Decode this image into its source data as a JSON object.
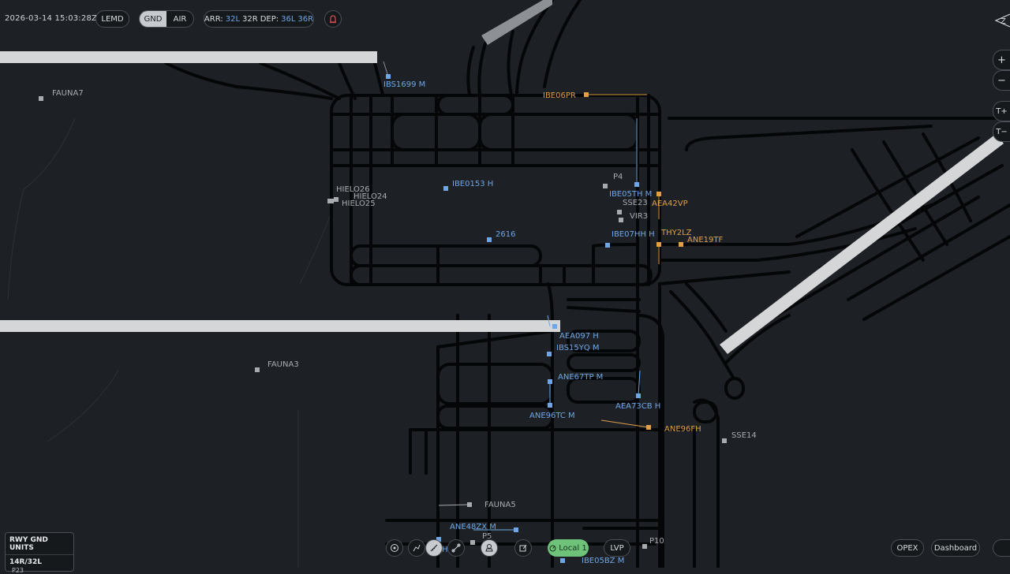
{
  "header": {
    "clock": "2026-03-14 15:03:28Z",
    "airport": "LEMD",
    "modes": [
      "GND",
      "AIR"
    ],
    "active_mode": "GND",
    "arr_label": "ARR:",
    "arr_rwy_1": "32L",
    "arr_rwy_2": "32R",
    "dep_label": "DEP:",
    "dep_rwy_1": "36L",
    "dep_rwy_2": "36R"
  },
  "map_controls": {
    "zoom_in": "+",
    "zoom_out": "−",
    "text_bigger": "T+",
    "text_smaller": "T−"
  },
  "labels": [
    {
      "id": "IBS1699",
      "text": "IBS1699 M",
      "kind": "dep"
    },
    {
      "id": "FAUNA7",
      "text": "FAUNA7",
      "kind": "veh"
    },
    {
      "id": "IBE06PR",
      "text": "IBE06PR",
      "kind": "arr"
    },
    {
      "id": "IBE0153",
      "text": "IBE0153 H",
      "kind": "dep"
    },
    {
      "id": "HIELO26",
      "text": "HIELO26",
      "kind": "veh"
    },
    {
      "id": "HIELO24",
      "text": "HIELO24",
      "kind": "veh"
    },
    {
      "id": "HIELO25",
      "text": "HIELO25",
      "kind": "veh"
    },
    {
      "id": "P4",
      "text": "P4",
      "kind": "veh"
    },
    {
      "id": "IBE05TH",
      "text": "IBE05TH M",
      "kind": "dep"
    },
    {
      "id": "SSE23",
      "text": "SSE23",
      "kind": "veh"
    },
    {
      "id": "AEA42VP",
      "text": "AEA42VP",
      "kind": "arr"
    },
    {
      "id": "VIR3",
      "text": "VIR3",
      "kind": "veh"
    },
    {
      "id": "2616",
      "text": "2616",
      "kind": "dep"
    },
    {
      "id": "IBE07HH",
      "text": "IBE07HH H",
      "kind": "dep"
    },
    {
      "id": "THY2LZ",
      "text": "THY2LZ",
      "kind": "arr"
    },
    {
      "id": "ANE19TF",
      "text": "ANE19TF",
      "kind": "arr"
    },
    {
      "id": "AEA097",
      "text": "AEA097 H",
      "kind": "dep"
    },
    {
      "id": "IBS15YQ",
      "text": "IBS15YQ M",
      "kind": "dep"
    },
    {
      "id": "FAUNA3",
      "text": "FAUNA3",
      "kind": "veh"
    },
    {
      "id": "ANE67TP",
      "text": "ANE67TP M",
      "kind": "dep"
    },
    {
      "id": "AEA73CB",
      "text": "AEA73CB H",
      "kind": "dep"
    },
    {
      "id": "ANE96TC",
      "text": "ANE96TC M",
      "kind": "dep"
    },
    {
      "id": "ANE96FH",
      "text": "ANE96FH",
      "kind": "arr"
    },
    {
      "id": "SSE14",
      "text": "SSE14",
      "kind": "veh"
    },
    {
      "id": "FAUNA5",
      "text": "FAUNA5",
      "kind": "veh"
    },
    {
      "id": "ANE48ZX",
      "text": "ANE48ZX M",
      "kind": "dep"
    },
    {
      "id": "P5",
      "text": "P5",
      "kind": "veh"
    },
    {
      "id": "P10",
      "text": "P10",
      "kind": "veh"
    },
    {
      "id": "IBE05BZ",
      "text": "IBE05BZ M",
      "kind": "dep"
    },
    {
      "id": "H_partial",
      "text": "H",
      "kind": "dep"
    }
  ],
  "panel": {
    "title": "RWY GND UNITS",
    "runway": "14R/32L",
    "unit": "P23"
  },
  "bottom": {
    "local_label": "Local 1",
    "lvp": "LVP",
    "opex": "OPEX",
    "dashboard": "Dashboard"
  },
  "colors": {
    "bg": "#1d2126",
    "dep": "#6ea6e6",
    "arr": "#e0a04a",
    "veh": "#a7abb0",
    "runway": "#d4d6d8",
    "taxi": "#050607"
  }
}
